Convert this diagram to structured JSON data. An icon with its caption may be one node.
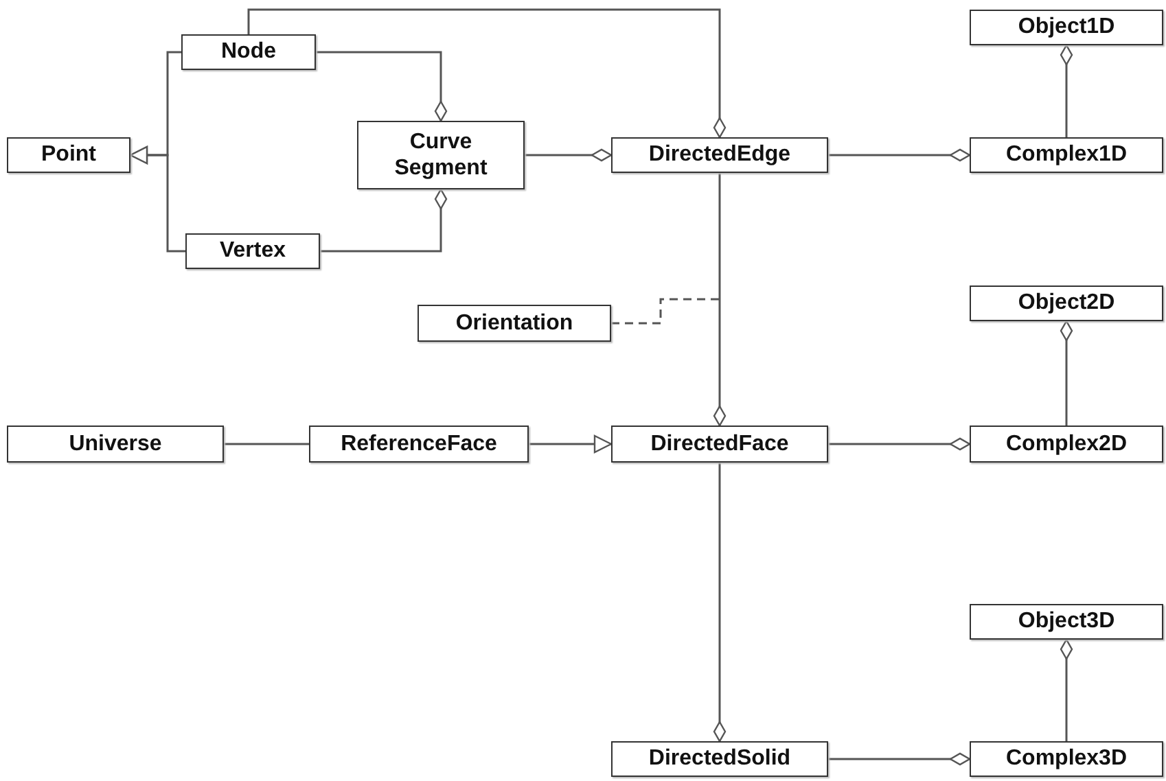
{
  "diagram": {
    "nodes": [
      {
        "text": [
          "Node"
        ]
      },
      {
        "text": [
          "Point"
        ]
      },
      {
        "text": [
          "Curve Segment"
        ]
      },
      {
        "text": [
          "DirectedEdge"
        ]
      },
      {
        "text": [
          "Object1D"
        ]
      },
      {
        "text": [
          "Complex1D"
        ]
      },
      {
        "text": [
          "Vertex"
        ]
      },
      {
        "text": [
          "Orientation"
        ]
      },
      {
        "text": [
          "Object2D"
        ]
      },
      {
        "text": [
          "Universe"
        ]
      },
      {
        "text": [
          "ReferenceFace"
        ]
      },
      {
        "text": [
          "DirectedFace"
        ]
      },
      {
        "text": [
          "Complex2D"
        ]
      },
      {
        "text": [
          "Object3D"
        ]
      },
      {
        "text": [
          "DirectedSolid"
        ]
      },
      {
        "text": [
          "Complex3D"
        ]
      }
    ],
    "edges": [
      {
        "from": 0,
        "to": 1,
        "arrow": "to"
      },
      {
        "from": 6,
        "to": 1,
        "arrow": "to"
      },
      {
        "from": 0,
        "to": 2,
        "arrow": "other"
      },
      {
        "from": 6,
        "to": 2,
        "arrow": "other"
      },
      {
        "from": 2,
        "to": 3,
        "arrow": "other"
      },
      {
        "from": 0,
        "to": 3,
        "arrow": "other"
      },
      {
        "from": 3,
        "to": 5,
        "arrow": "other"
      },
      {
        "from": 5,
        "to": 4,
        "arrow": "other"
      },
      {
        "from": 3,
        "to": 11,
        "arrow": "other"
      },
      {
        "from": 7,
        "to": null,
        "arrow": "none",
        "style": "dashed"
      },
      {
        "from": 9,
        "to": 10,
        "arrow": "none"
      },
      {
        "from": 10,
        "to": 11,
        "arrow": "to"
      },
      {
        "from": 11,
        "to": 12,
        "arrow": "other"
      },
      {
        "from": 12,
        "to": 8,
        "arrow": "other"
      },
      {
        "from": 11,
        "to": 14,
        "arrow": "other"
      },
      {
        "from": 14,
        "to": 15,
        "arrow": "other"
      },
      {
        "from": 15,
        "to": 13,
        "arrow": "other"
      }
    ]
  }
}
